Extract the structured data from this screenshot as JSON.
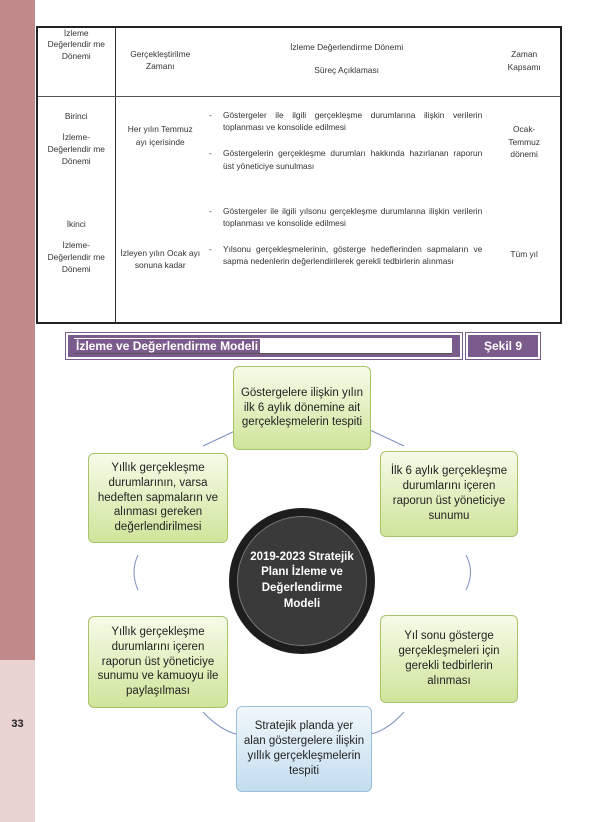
{
  "page_number": "33",
  "table": {
    "head": {
      "col1": "İzleme Değerlendir me Dönemi",
      "col2": "Gerçekleştirilme Zamanı",
      "col3_title": "İzleme Değerlendirme Dönemi",
      "col3_sub": "Süreç Açıklaması",
      "col4": "Zaman Kapsamı"
    },
    "rows": [
      {
        "period_label": "Birinci",
        "period_name": "İzleme-Değerlendir me Dönemi",
        "when": "Her yılın Temmuz ayı içerisinde",
        "bullets": [
          "Göstergeler ile ilgili gerçekleşme durumlarına ilişkin verilerin toplanması ve konsolide edilmesi",
          "Göstergelerin gerçekleşme durumları hakkında hazırlanan raporun üst yöneticiye sunulması"
        ],
        "dash": "-",
        "scope": "Ocak-Temmuz dönemi"
      },
      {
        "period_label": "İkinci",
        "period_name": "İzleme-Değerlendir me Dönemi",
        "when": "İzleyen yılın Ocak ayı sonuna kadar",
        "bullets": [
          "Göstergeler ile ilgili yılsonu gerçekleşme durumlarına ilişkin verilerin toplanması ve konsolide edilmesi",
          "Yılsonu gerçekleşmelerinin, gösterge hedeflerinden sapmaların ve sapma nedenlerin değerlendirilerek gerekli tedbirlerin alınması"
        ],
        "dash": "-",
        "scope": "Tüm yıl"
      }
    ]
  },
  "banner_title": "İzleme ve Değerlendirme Modeli",
  "figure_label": "Şekil 9",
  "cycle": {
    "center": "2019-2023 Stratejik Planı İzleme ve Değerlendirme Modeli",
    "top": "Göstergelere ilişkin yılın ilk 6 aylık dönemine ait gerçekleşmelerin tespiti",
    "upper_right": "İlk 6 aylık gerçekleşme durumlarını içeren raporun üst yöneticiye sunumu",
    "lower_right": "Yıl sonu gösterge gerçekleşmeleri için gerekli tedbirlerin alınması",
    "bottom": "Stratejik planda yer alan göstergelere ilişkin yıllık gerçekleşmelerin tespiti",
    "lower_left": "Yıllık gerçekleşme durumlarını içeren raporun üst yöneticiye sunumu ve kamuoyu ile paylaşılması",
    "upper_left": "Yıllık gerçekleşme durumlarının, varsa hedeften sapmaların ve alınması gereken değerlendirilmesi"
  }
}
